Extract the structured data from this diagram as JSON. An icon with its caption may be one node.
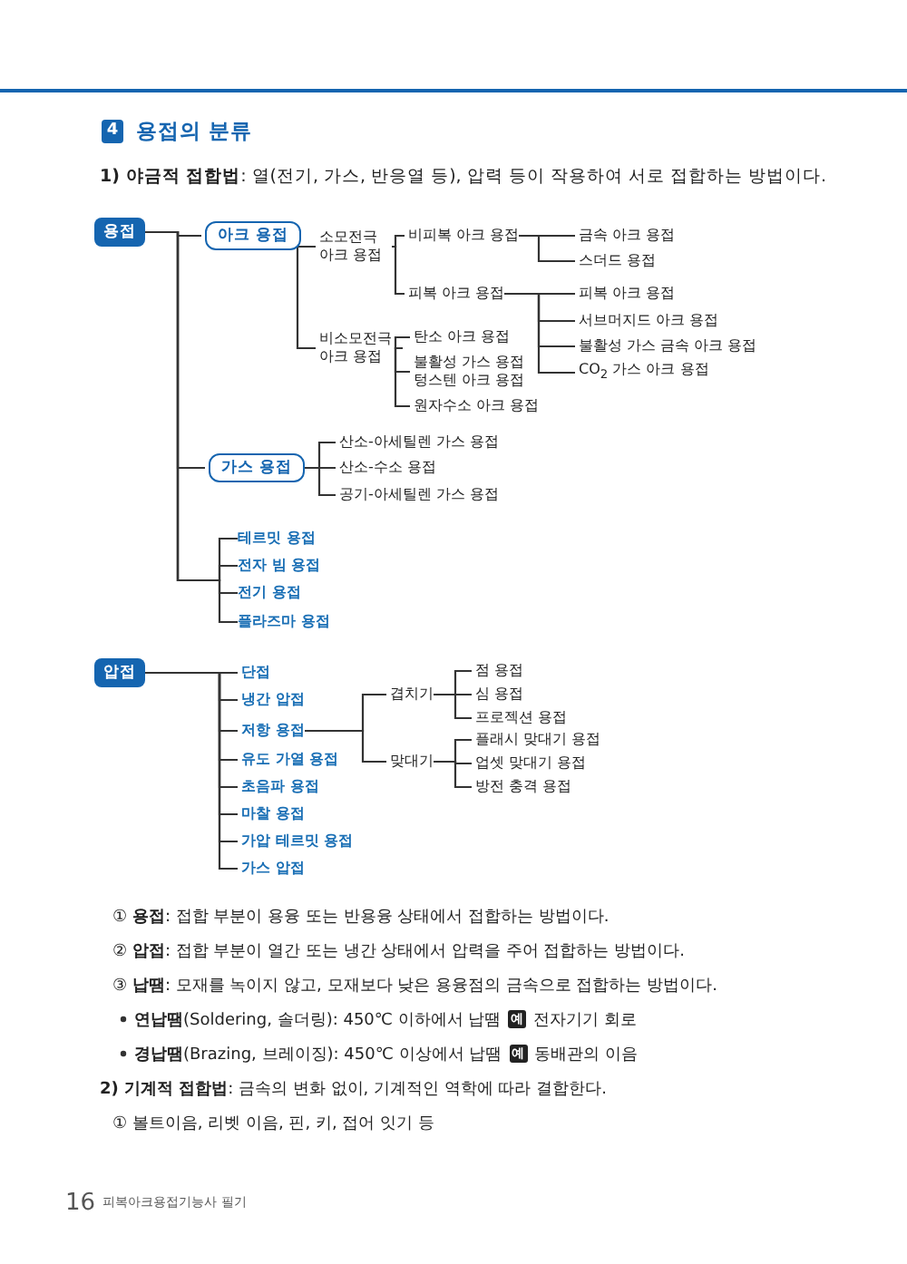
{
  "diagram": {
    "title": "용접의 분류",
    "nodes": [
      {
        "text": [
          "용접"
        ]
      },
      {
        "text": [
          "아크 용접"
        ]
      },
      {
        "text": [
          "소모전극 아크 용접"
        ]
      },
      {
        "text": [
          "비피복 아크 용접"
        ]
      },
      {
        "text": [
          "금속 아크 용접"
        ]
      },
      {
        "text": [
          "스더드 용접"
        ]
      },
      {
        "text": [
          "피복 아크 용접"
        ]
      },
      {
        "text": [
          "피복 아크 용접"
        ]
      },
      {
        "text": [
          "서브머지드 아크 용접"
        ]
      },
      {
        "text": [
          "불활성 가스 금속 아크 용접"
        ]
      },
      {
        "text": [
          "CO$_{2}$ 가스 아크 용접"
        ]
      },
      {
        "text": [
          "비소모전극 아크 용접"
        ]
      },
      {
        "text": [
          "탄소 아크 용접"
        ]
      },
      {
        "text": [
          "불활성 가스 용접 텅스텐 아크 용접"
        ]
      },
      {
        "text": [
          "원자수소 아크 용접"
        ]
      },
      {
        "text": [
          "가스 용접"
        ]
      },
      {
        "text": [
          "산소-아세틸렌 가스 용접"
        ]
      },
      {
        "text": [
          "산소-수소 용접"
        ]
      },
      {
        "text": [
          "공기-아세틸렌 가스 용접"
        ]
      },
      {
        "text": [
          "테르밋 용접"
        ]
      },
      {
        "text": [
          "전자 빔 용접"
        ]
      },
      {
        "text": [
          "전기 용접"
        ]
      },
      {
        "text": [
          "플라즈마 용접"
        ]
      },
      {
        "text": [
          "압접"
        ]
      },
      {
        "text": [
          "단접"
        ]
      },
      {
        "text": [
          "냉간 압접"
        ]
      },
      {
        "text": [
          "저항 용접"
        ]
      },
      {
        "text": [
          "유도 가열 용접"
        ]
      },
      {
        "text": [
          "초음파 용접"
        ]
      },
      {
        "text": [
          "마찰 용접"
        ]
      },
      {
        "text": [
          "가압 테르밋 용접"
        ]
      },
      {
        "text": [
          "가스 압접"
        ]
      },
      {
        "text": [
          "겹치기"
        ]
      },
      {
        "text": [
          "맞대기"
        ]
      },
      {
        "text": [
          "점 용접"
        ]
      },
      {
        "text": [
          "심 용접"
        ]
      },
      {
        "text": [
          "프로젝션 용접"
        ]
      },
      {
        "text": [
          "플래시 맞대기 용접"
        ]
      },
      {
        "text": [
          "업셋 맞대기 용접"
        ]
      },
      {
        "text": [
          "방전 충격 용접"
        ]
      }
    ],
    "edges": [
      {
        "from": 0,
        "to": 1,
        "arrow": "none"
      },
      {
        "from": 1,
        "to": 2,
        "arrow": "none"
      },
      {
        "from": 2,
        "to": 3,
        "arrow": "none"
      },
      {
        "from": 3,
        "to": 4,
        "arrow": "none"
      },
      {
        "from": 3,
        "to": 5,
        "arrow": "none"
      },
      {
        "from": 2,
        "to": 6,
        "arrow": "none"
      },
      {
        "from": 6,
        "to": 7,
        "arrow": "none"
      },
      {
        "from": 6,
        "to": 8,
        "arrow": "none"
      },
      {
        "from": 6,
        "to": 9,
        "arrow": "none"
      },
      {
        "from": 6,
        "to": 10,
        "arrow": "none"
      },
      {
        "from": 1,
        "to": 11,
        "arrow": "none"
      },
      {
        "from": 11,
        "to": 12,
        "arrow": "none"
      },
      {
        "from": 11,
        "to": 13,
        "arrow": "none"
      },
      {
        "from": 11,
        "to": 14,
        "arrow": "none"
      },
      {
        "from": 0,
        "to": 15,
        "arrow": "none"
      },
      {
        "from": 15,
        "to": 16,
        "arrow": "none"
      },
      {
        "from": 15,
        "to": 17,
        "arrow": "none"
      },
      {
        "from": 15,
        "to": 18,
        "arrow": "none"
      },
      {
        "from": 0,
        "to": 19,
        "arrow": "none"
      },
      {
        "from": 0,
        "to": 20,
        "arrow": "none"
      },
      {
        "from": 0,
        "to": 21,
        "arrow": "none"
      },
      {
        "from": 0,
        "to": 22,
        "arrow": "none"
      },
      {
        "from": 23,
        "to": 24,
        "arrow": "none"
      },
      {
        "from": 23,
        "to": 25,
        "arrow": "none"
      },
      {
        "from": 23,
        "to": 26,
        "arrow": "none"
      },
      {
        "from": 23,
        "to": 27,
        "arrow": "none"
      },
      {
        "from": 23,
        "to": 28,
        "arrow": "none"
      },
      {
        "from": 23,
        "to": 29,
        "arrow": "none"
      },
      {
        "from": 23,
        "to": 30,
        "arrow": "none"
      },
      {
        "from": 23,
        "to": 31,
        "arrow": "none"
      },
      {
        "from": 26,
        "to": 32,
        "arrow": "none"
      },
      {
        "from": 26,
        "to": 33,
        "arrow": "none"
      },
      {
        "from": 32,
        "to": 34,
        "arrow": "none"
      },
      {
        "from": 32,
        "to": 35,
        "arrow": "none"
      },
      {
        "from": 32,
        "to": 36,
        "arrow": "none"
      },
      {
        "from": 33,
        "to": 37,
        "arrow": "none"
      },
      {
        "from": 33,
        "to": 38,
        "arrow": "none"
      },
      {
        "from": 33,
        "to": 39,
        "arrow": "none"
      }
    ],
    "labels": [
      "4",
      "**1) 야금적 접합법**: 열(전기, 가스, 반응열 등), 압력 등이 작용하여 서로 접합하는 방법이다.",
      "① **용접**: 접합 부분이 용융 또는 반용융 상태에서 접합하는 방법이다.",
      "② **압접**: 접합 부분이 열간 또는 냉간 상태에서 압력을 주어 접합하는 방법이다.",
      "③ **납땜**: 모재를 녹이지 않고, 모재보다 낮은 용융점의 금속으로 접합하는 방법이다.",
      "**연납땜**(Soldering, 솔더링): 450℃ 이하에서 납땜",
      "예",
      "전자기기 회로",
      "**경납땜**(Brazing, 브레이징): 450℃ 이상에서 납땜",
      "예",
      "동배관의 이음",
      "**2) 기계적 접합법**: 금속의 변화 없이, 기계적인 역학에 따라 결합한다.",
      "① 볼트이음, 리벳 이음, 핀, 키, 접어 잇기 등",
      "16",
      "피복아크용접기능사 필기"
    ]
  }
}
